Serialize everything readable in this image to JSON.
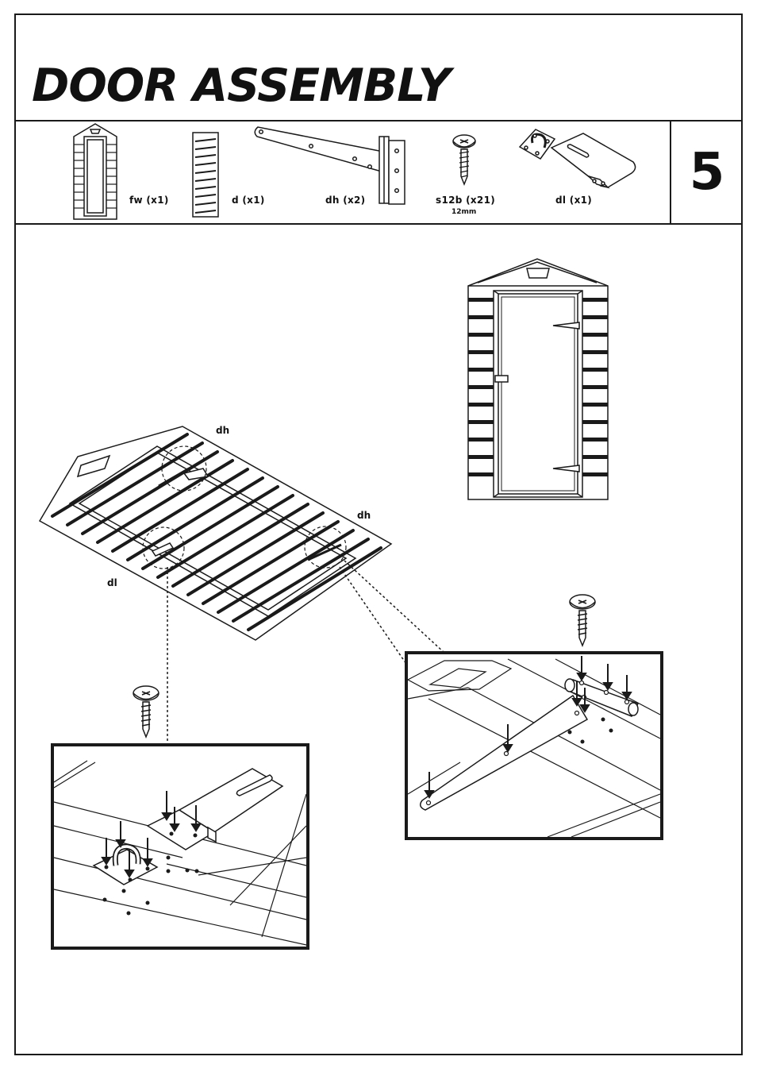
{
  "header": {
    "title": "DOOR ASSEMBLY",
    "step_number": "5"
  },
  "parts": [
    {
      "code": "fw",
      "label": "fw (x1)",
      "icon": "front-wall-panel-icon"
    },
    {
      "code": "d",
      "label": "d (x1)",
      "icon": "door-panel-icon"
    },
    {
      "code": "dh",
      "label": "dh (x2)",
      "icon": "door-hinge-icon"
    },
    {
      "code": "s12b",
      "label": "s12b (x21)",
      "sublabel": "12mm",
      "icon": "screw-icon"
    },
    {
      "code": "dl",
      "label": "dl (x1)",
      "icon": "hasp-lock-icon"
    }
  ],
  "callouts": {
    "hinge_top": "dh",
    "hinge_bottom": "dh",
    "lock": "dl"
  },
  "colors": {
    "line": "#1a1a1a",
    "panel_shade": "#1a1a1a",
    "background": "#ffffff"
  }
}
